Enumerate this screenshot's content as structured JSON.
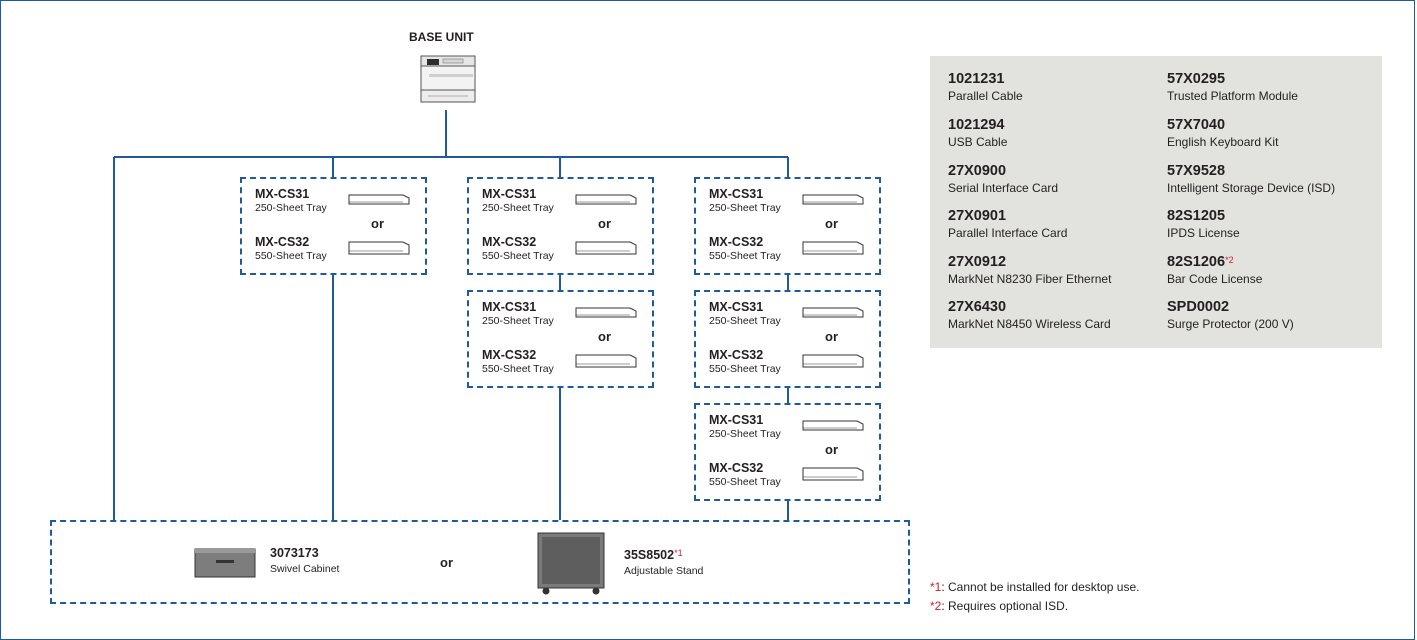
{
  "base_unit_label": "BASE UNIT",
  "or_label": "or",
  "tray_250": {
    "code": "MX-CS31",
    "desc": "250-Sheet Tray"
  },
  "tray_550": {
    "code": "MX-CS32",
    "desc": "550-Sheet Tray"
  },
  "cabinet": {
    "code": "3073173",
    "desc": "Swivel Cabinet"
  },
  "stand": {
    "code": "35S8502",
    "mark": "*1",
    "desc": "Adjustable Stand"
  },
  "options": [
    {
      "code": "1021231",
      "desc": "Parallel Cable"
    },
    {
      "code": "57X0295",
      "desc": "Trusted Platform Module"
    },
    {
      "code": "1021294",
      "desc": "USB Cable"
    },
    {
      "code": "57X7040",
      "desc": "English Keyboard Kit"
    },
    {
      "code": "27X0900",
      "desc": "Serial Interface Card"
    },
    {
      "code": "57X9528",
      "desc": "Intelligent Storage Device (ISD)"
    },
    {
      "code": "27X0901",
      "desc": "Parallel Interface Card"
    },
    {
      "code": "82S1205",
      "desc": "IPDS License"
    },
    {
      "code": "27X0912",
      "desc": "MarkNet N8230 Fiber Ethernet"
    },
    {
      "code": "82S1206",
      "mark": "*2",
      "desc": "Bar Code License"
    },
    {
      "code": "27X6430",
      "desc": "MarkNet N8450 Wireless Card"
    },
    {
      "code": "SPD0002",
      "desc": "Surge Protector (200 V)"
    }
  ],
  "notes": [
    {
      "mark": "*1",
      "text": ": Cannot be installed for desktop use."
    },
    {
      "mark": "*2",
      "text": ": Requires optional ISD."
    }
  ],
  "colors": {
    "connector": "#1f5b9a",
    "footnote_mark": "#d0202a",
    "panel_bg": "#e2e2df"
  }
}
